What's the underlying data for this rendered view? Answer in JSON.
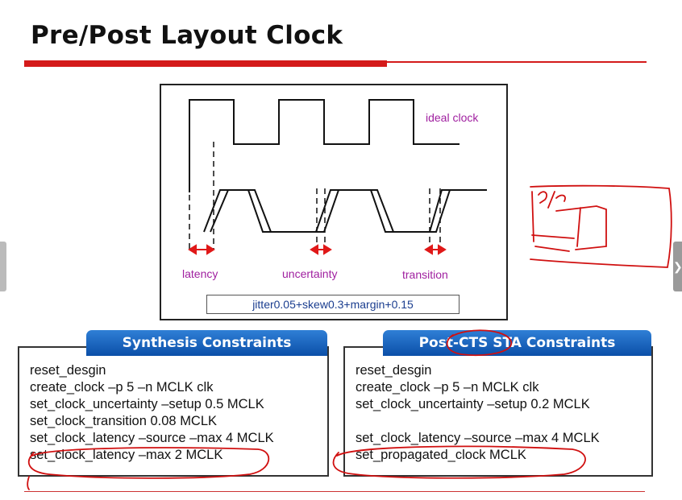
{
  "slide": {
    "title": "Pre/Post Layout Clock"
  },
  "diagram": {
    "ideal_clock_label": "ideal clock",
    "latency_label": "latency",
    "uncertainty_label": "uncertainty",
    "transition_label": "transition",
    "formula": "jitter0.05+skew0.3+margin+0.15",
    "arrow_color": "#e01818",
    "label_color": "#a020a0"
  },
  "synthesis": {
    "header": "Synthesis Constraints",
    "lines": [
      "reset_desgin",
      "create_clock –p 5 –n MCLK clk",
      "set_clock_uncertainty –setup 0.5 MCLK",
      "set_clock_transition 0.08  MCLK",
      "set_clock_latency –source –max 4 MCLK",
      "set_clock_latency –max 2 MCLK"
    ]
  },
  "post_cts": {
    "header": "Post-CTS STA Constraints",
    "lines": [
      "reset_desgin",
      "create_clock –p 5 –n MCLK clk",
      "set_clock_uncertainty –setup 0.2 MCLK",
      "",
      "set_clock_latency –source –max 4 MCLK",
      "set_propagated_clock MCLK"
    ]
  },
  "colors": {
    "accent_red": "#d41a1a",
    "header_blue": "#0b4fa8",
    "annotation_red": "#d01010"
  },
  "icons": {
    "prev": "chevron-left-icon",
    "next": "chevron-right-icon"
  }
}
